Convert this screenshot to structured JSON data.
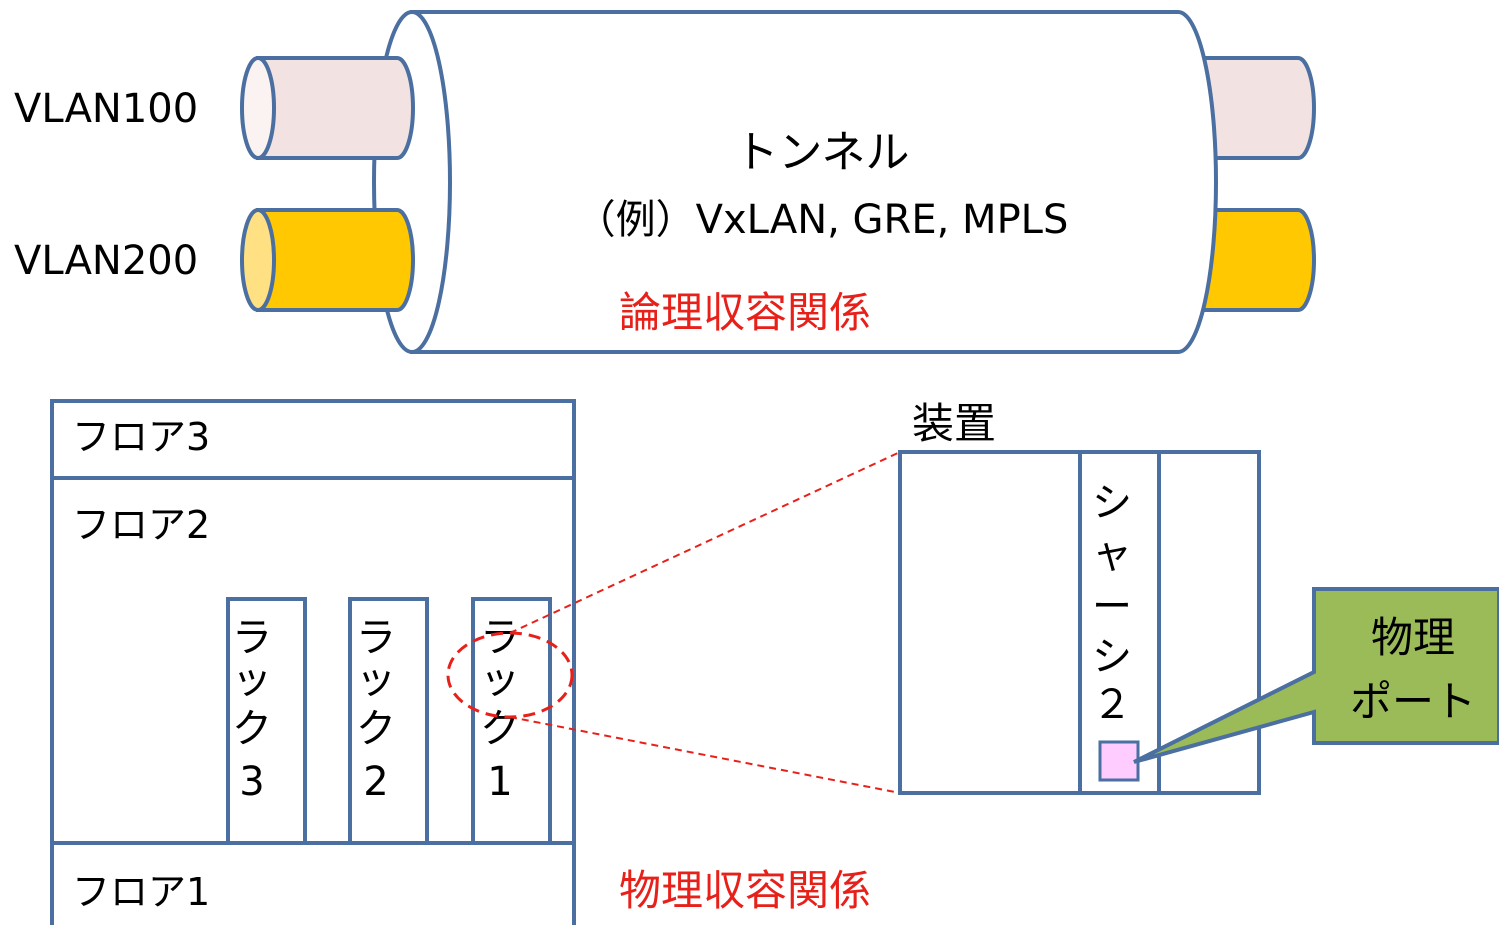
{
  "vlans": [
    {
      "label": "VLAN100",
      "fill": "#f2e2e1",
      "end_fill": "#fbf3f2"
    },
    {
      "label": "VLAN200",
      "fill": "#ffc800",
      "end_fill": "#ffe082"
    }
  ],
  "tunnel": {
    "title": "トンネル",
    "example": "（例）VxLAN, GRE, MPLS",
    "relation_label": "論理収容関係"
  },
  "building": {
    "floors": [
      "フロア3",
      "フロア2",
      "フロア1"
    ],
    "racks": [
      {
        "char_lines": [
          "ラ",
          "ッ",
          "ク",
          "3"
        ]
      },
      {
        "char_lines": [
          "ラ",
          "ッ",
          "ク",
          "2"
        ]
      },
      {
        "char_lines": [
          "ラ",
          "ッ",
          "ク",
          "1"
        ]
      }
    ],
    "relation_label": "物理収容関係"
  },
  "device": {
    "label": "装置",
    "chassis_lines": [
      "シ",
      "ャ",
      "ー",
      "シ",
      "２"
    ]
  },
  "callout": {
    "lines": [
      "物理",
      "ポート"
    ],
    "fill": "#9bbb59"
  },
  "colors": {
    "outline": "#4a6fa0",
    "red": "#e8201a",
    "port_fill": "#ffccff"
  }
}
